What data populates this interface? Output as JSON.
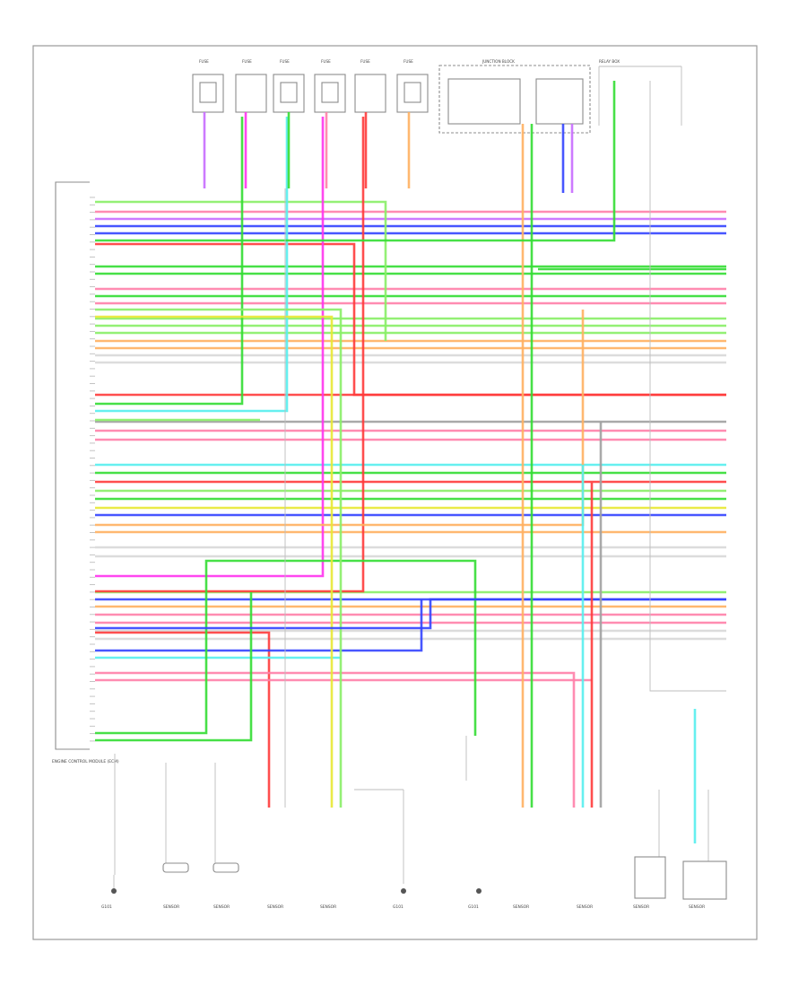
{
  "colors": {
    "red": "#ff3b3b",
    "pink": "#ff7fa8",
    "green": "#33dd33",
    "light_green": "#88ee66",
    "blue": "#3344ff",
    "violet": "#c86cff",
    "magenta": "#ff33ee",
    "light_blue": "#55eeee",
    "yellow": "#e8e833",
    "orange": "#ffb060",
    "gray": "#a0a0a0",
    "white_wire": "#d8d8d8",
    "frame": "#8c8c8c",
    "text": "#444444"
  },
  "icons": {
    "ground": "ground-icon",
    "sensor": "sensor-icon",
    "splice": "splice-dot-icon"
  },
  "diagram": {
    "top_connectors": [
      {
        "label": "FUSE"
      },
      {
        "label": "FUSE"
      },
      {
        "label": "FUSE"
      },
      {
        "label": "FUSE"
      },
      {
        "label": "FUSE"
      },
      {
        "label": "FUSE"
      }
    ],
    "junction_block_label": "JUNCTION BLOCK",
    "relay_box_label": "RELAY BOX",
    "ecm_label": "ENGINE CONTROL MODULE (ECM)",
    "bottom_components": [
      {
        "label": "G101"
      },
      {
        "label": "SENSOR"
      },
      {
        "label": "SENSOR"
      },
      {
        "label": "SENSOR"
      },
      {
        "label": "SENSOR"
      },
      {
        "label": "G101"
      },
      {
        "label": "G101"
      },
      {
        "label": "SENSOR"
      },
      {
        "label": "SENSOR"
      },
      {
        "label": "SENSOR"
      },
      {
        "label": "SENSOR"
      }
    ],
    "footer_code": ""
  }
}
